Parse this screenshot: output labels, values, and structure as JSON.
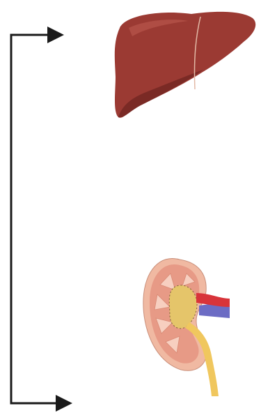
{
  "diagram": {
    "elements": [
      {
        "id": "bracket-connector",
        "kind": "connector"
      },
      {
        "id": "liver",
        "kind": "organ-illustration"
      },
      {
        "id": "kidney",
        "kind": "organ-illustration"
      }
    ],
    "colors": {
      "arrow": "#1a1a1a",
      "liver_fill": "#9b3a33",
      "liver_shadow": "#7a2a25",
      "liver_highlight": "#b8564c",
      "kidney_outer": "#f0b9a2",
      "kidney_cortex": "#e79a86",
      "kidney_pyramids": "#f7cfc0",
      "kidney_pelvis": "#e5c56a",
      "ureter": "#f0c75e",
      "artery": "#d8343a",
      "vein": "#6c6cc4"
    }
  }
}
